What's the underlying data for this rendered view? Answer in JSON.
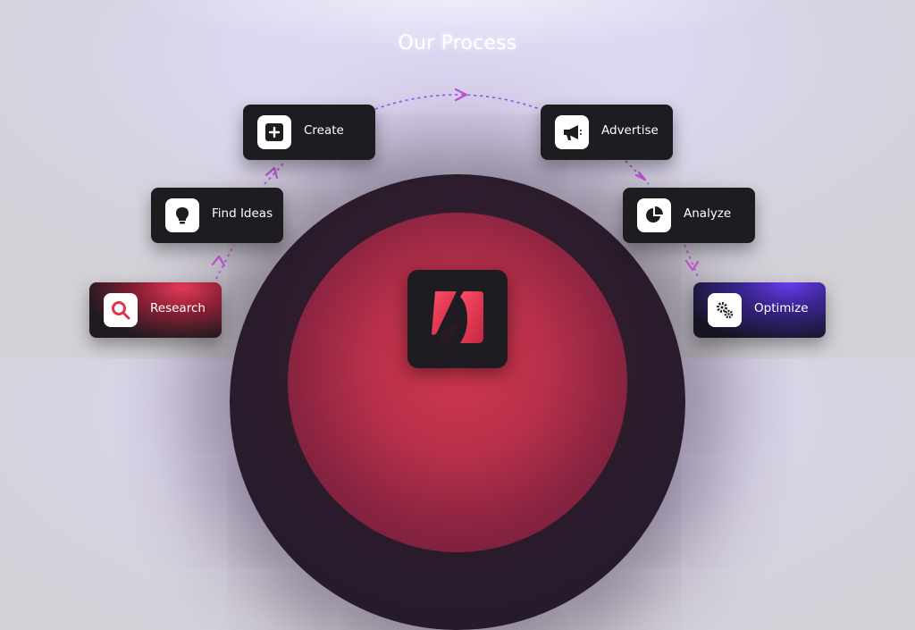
{
  "title": "Our Process",
  "steps": [
    {
      "id": "research",
      "label": "Research",
      "icon": "search-icon"
    },
    {
      "id": "find",
      "label": "Find Ideas",
      "icon": "lightbulb-icon"
    },
    {
      "id": "create",
      "label": "Create",
      "icon": "plus-icon"
    },
    {
      "id": "advertise",
      "label": "Advertise",
      "icon": "megaphone-icon"
    },
    {
      "id": "analyze",
      "label": "Analyze",
      "icon": "pie-chart-icon"
    },
    {
      "id": "optimize",
      "label": "Optimize",
      "icon": "gears-icon"
    }
  ],
  "center": {
    "icon": "logo-icon"
  },
  "colors": {
    "card_bg": "#1f1c21",
    "accent_red": "#e23a56",
    "accent_purple": "#6b3bf0",
    "connector": "#8b4fe8",
    "arrow": "#c14fd0"
  }
}
